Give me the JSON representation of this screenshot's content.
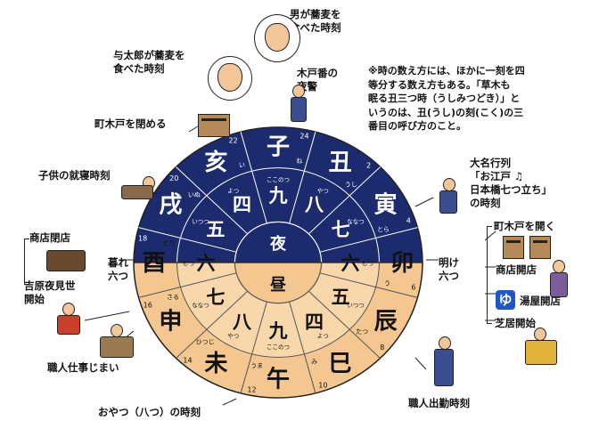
{
  "colors": {
    "night": "#1c2a6e",
    "day": "#f3c78f",
    "day_ring": "#f8d8aa",
    "ink": "#111111"
  },
  "center": {
    "night": "夜",
    "day": "昼"
  },
  "junishi": [
    {
      "kanji": "子",
      "reading": "ね"
    },
    {
      "kanji": "丑",
      "reading": "うし"
    },
    {
      "kanji": "寅",
      "reading": "とら"
    },
    {
      "kanji": "卯",
      "reading": "う"
    },
    {
      "kanji": "辰",
      "reading": "たつ"
    },
    {
      "kanji": "巳",
      "reading": "み"
    },
    {
      "kanji": "午",
      "reading": "うま"
    },
    {
      "kanji": "未",
      "reading": "ひつじ"
    },
    {
      "kanji": "申",
      "reading": "さる"
    },
    {
      "kanji": "酉",
      "reading": "とり"
    },
    {
      "kanji": "戌",
      "reading": "いぬ"
    },
    {
      "kanji": "亥",
      "reading": "い"
    }
  ],
  "hour_numbers": [
    {
      "kanji": "九",
      "reading": "ここのつ"
    },
    {
      "kanji": "八",
      "reading": "やつ"
    },
    {
      "kanji": "七",
      "reading": "ななつ"
    },
    {
      "kanji": "六",
      "reading": "むつ"
    },
    {
      "kanji": "五",
      "reading": "いつつ"
    },
    {
      "kanji": "四",
      "reading": "よつ"
    },
    {
      "kanji": "九",
      "reading": "ここのつ"
    },
    {
      "kanji": "八",
      "reading": "やつ"
    },
    {
      "kanji": "七",
      "reading": "ななつ"
    },
    {
      "kanji": "六",
      "reading": "むつ"
    },
    {
      "kanji": "五",
      "reading": "いつつ"
    },
    {
      "kanji": "四",
      "reading": "よつ"
    }
  ],
  "clock_numbers": [
    "24",
    "2",
    "4",
    "6",
    "8",
    "10",
    "12",
    "14",
    "16",
    "18",
    "20",
    "22"
  ],
  "annotations": {
    "yotaro": "与太郎が蕎麦を\n食べた時刻",
    "otoko": "男が蕎麦を\n食べた時刻",
    "kidoban": "木戸番の\n夜警",
    "close_gate": "町木戸を閉める",
    "kids_bed": "子供の就寝時刻",
    "shop_close": "商店閉店",
    "yoshiwara": "吉原夜見世\n開始",
    "kure": "暮れ\n六つ",
    "akeake": "明け\n六つ",
    "daimyo": "大名行列\n「お江戸 ♫\n日本橋七つ立ち」\nの時刻",
    "open_gate": "町木戸を開く",
    "shop_open": "商店開店",
    "yuya_open": "湯屋開店",
    "shibai": "芝居開始",
    "yu_sign": "ゆ",
    "craft_end": "職人仕事じまい",
    "craft_start": "職人出勤時刻",
    "oyatsu": "おやつ（八つ）の時刻"
  },
  "note": "※時の数え方には、ほかに一刻を四\n等分する数え方もある。「草木も\n眠る丑三つ時（うしみつどき）」と\nいうのは、丑(うし)の刻(こく)の三\n番目の呼び方のこと。"
}
